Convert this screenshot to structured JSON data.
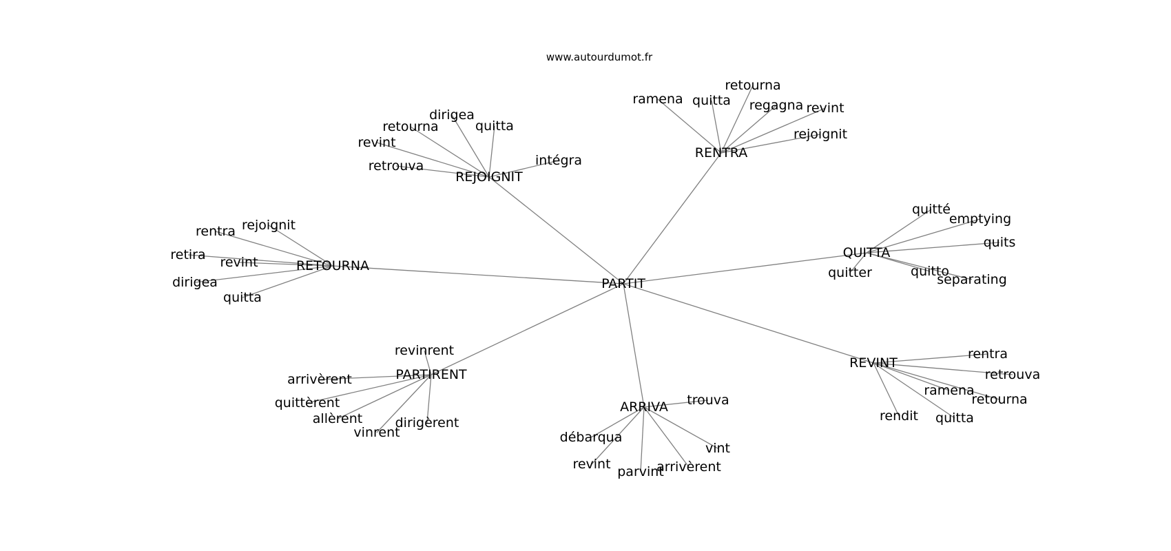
{
  "source": "www.autourdumot.fr",
  "center": "PARTIT",
  "clusters": [
    {
      "hub": "RENTRA",
      "leaves": [
        "ramena",
        "quitta",
        "retourna",
        "regagna",
        "revint",
        "rejoignit"
      ]
    },
    {
      "hub": "REJOIGNIT",
      "leaves": [
        "dirigea",
        "retourna",
        "quitta",
        "revint",
        "retrouva",
        "intégra"
      ]
    },
    {
      "hub": "QUITTA",
      "leaves": [
        "quitté",
        "emptying",
        "quits",
        "quitter",
        "quitto",
        "separating"
      ]
    },
    {
      "hub": "RETOURNA",
      "leaves": [
        "rejoignit",
        "rentra",
        "retira",
        "revint",
        "dirigea",
        "quitta"
      ]
    },
    {
      "hub": "REVINT",
      "leaves": [
        "rentra",
        "retrouva",
        "ramena",
        "retourna",
        "rendit",
        "quitta"
      ]
    },
    {
      "hub": "PARTIRENT",
      "leaves": [
        "revinrent",
        "arrivèrent",
        "quittèrent",
        "allèrent",
        "vinrent",
        "dirigèrent"
      ]
    },
    {
      "hub": "ARRIVA",
      "leaves": [
        "trouva",
        "débarqua",
        "vint",
        "revint",
        "parvint",
        "arrivèrent"
      ]
    }
  ]
}
